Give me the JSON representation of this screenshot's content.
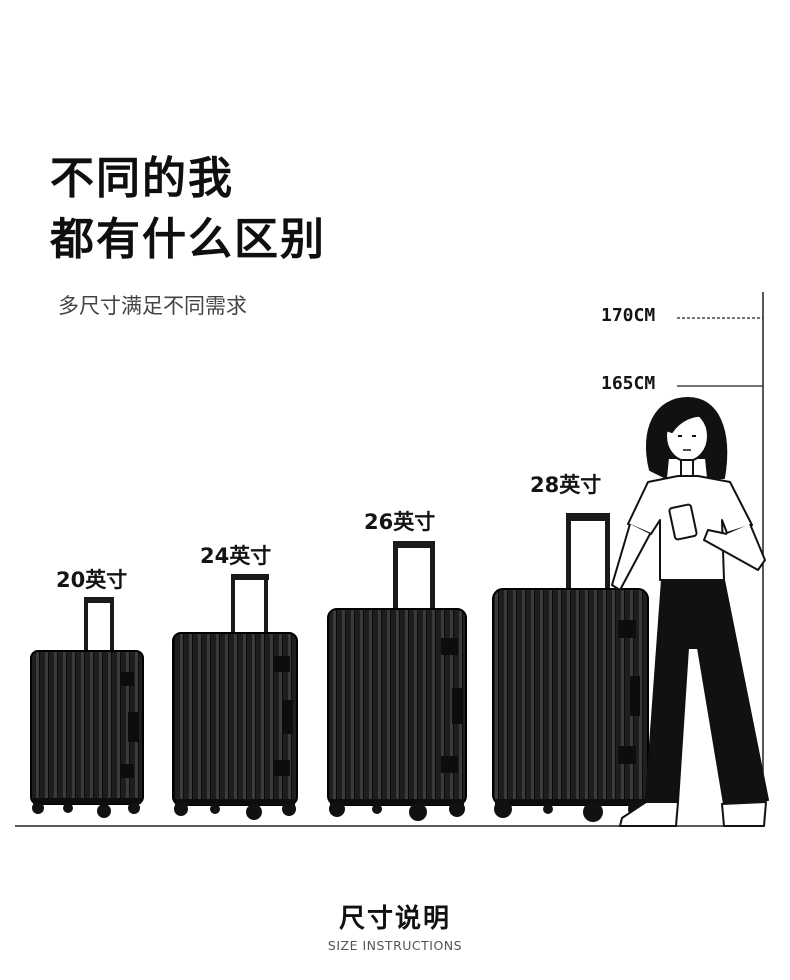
{
  "heading": {
    "line1": "不同的我",
    "line2": "都有什么区别"
  },
  "subtitle": "多尺寸满足不同需求",
  "heights": {
    "h170": "170CM",
    "h165": "165CM"
  },
  "suitcases": [
    {
      "size_label": "20英寸"
    },
    {
      "size_label": "24英寸"
    },
    {
      "size_label": "26英寸"
    },
    {
      "size_label": "28英寸"
    }
  ],
  "footer": {
    "title": "尺寸说明",
    "subtitle": "SIZE INSTRUCTIONS"
  },
  "colors": {
    "suitcase": "#1c1c1c",
    "rib": "#3a3a3a",
    "outline": "#000000",
    "background": "#ffffff"
  },
  "icons": [
    "suitcase-icon",
    "person-figure"
  ]
}
